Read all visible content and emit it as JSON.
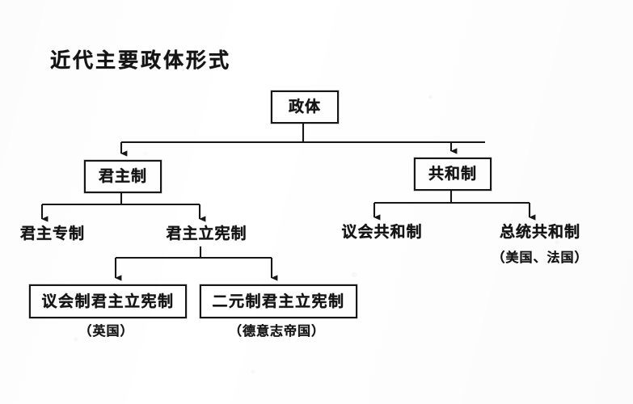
{
  "diagram": {
    "title": "近代主要政体形式",
    "type": "hierarchy-tree",
    "line_color": "#161616",
    "background_color": "#ffffff",
    "text_color": "#141414",
    "nodes": {
      "root": {
        "label": "政体",
        "boxed": true
      },
      "monarchy": {
        "label": "君主制",
        "boxed": true
      },
      "republic": {
        "label": "共和制",
        "boxed": true
      },
      "absolute_monarchy": {
        "label": "君主专制",
        "boxed": false
      },
      "constitutional_monarchy": {
        "label": "君主立宪制",
        "boxed": false
      },
      "parliamentary_republic": {
        "label": "议会共和制",
        "boxed": false
      },
      "presidential_republic": {
        "label": "总统共和制",
        "sub_label": "（美国、法国）",
        "boxed": false
      },
      "parliamentary_constitutional_monarchy": {
        "label": "议会制君主立宪制",
        "sub_label": "（英国）",
        "boxed": true
      },
      "dualist_constitutional_monarchy": {
        "label": "二元制君主立宪制",
        "sub_label": "（德意志帝国）",
        "boxed": true
      }
    }
  }
}
